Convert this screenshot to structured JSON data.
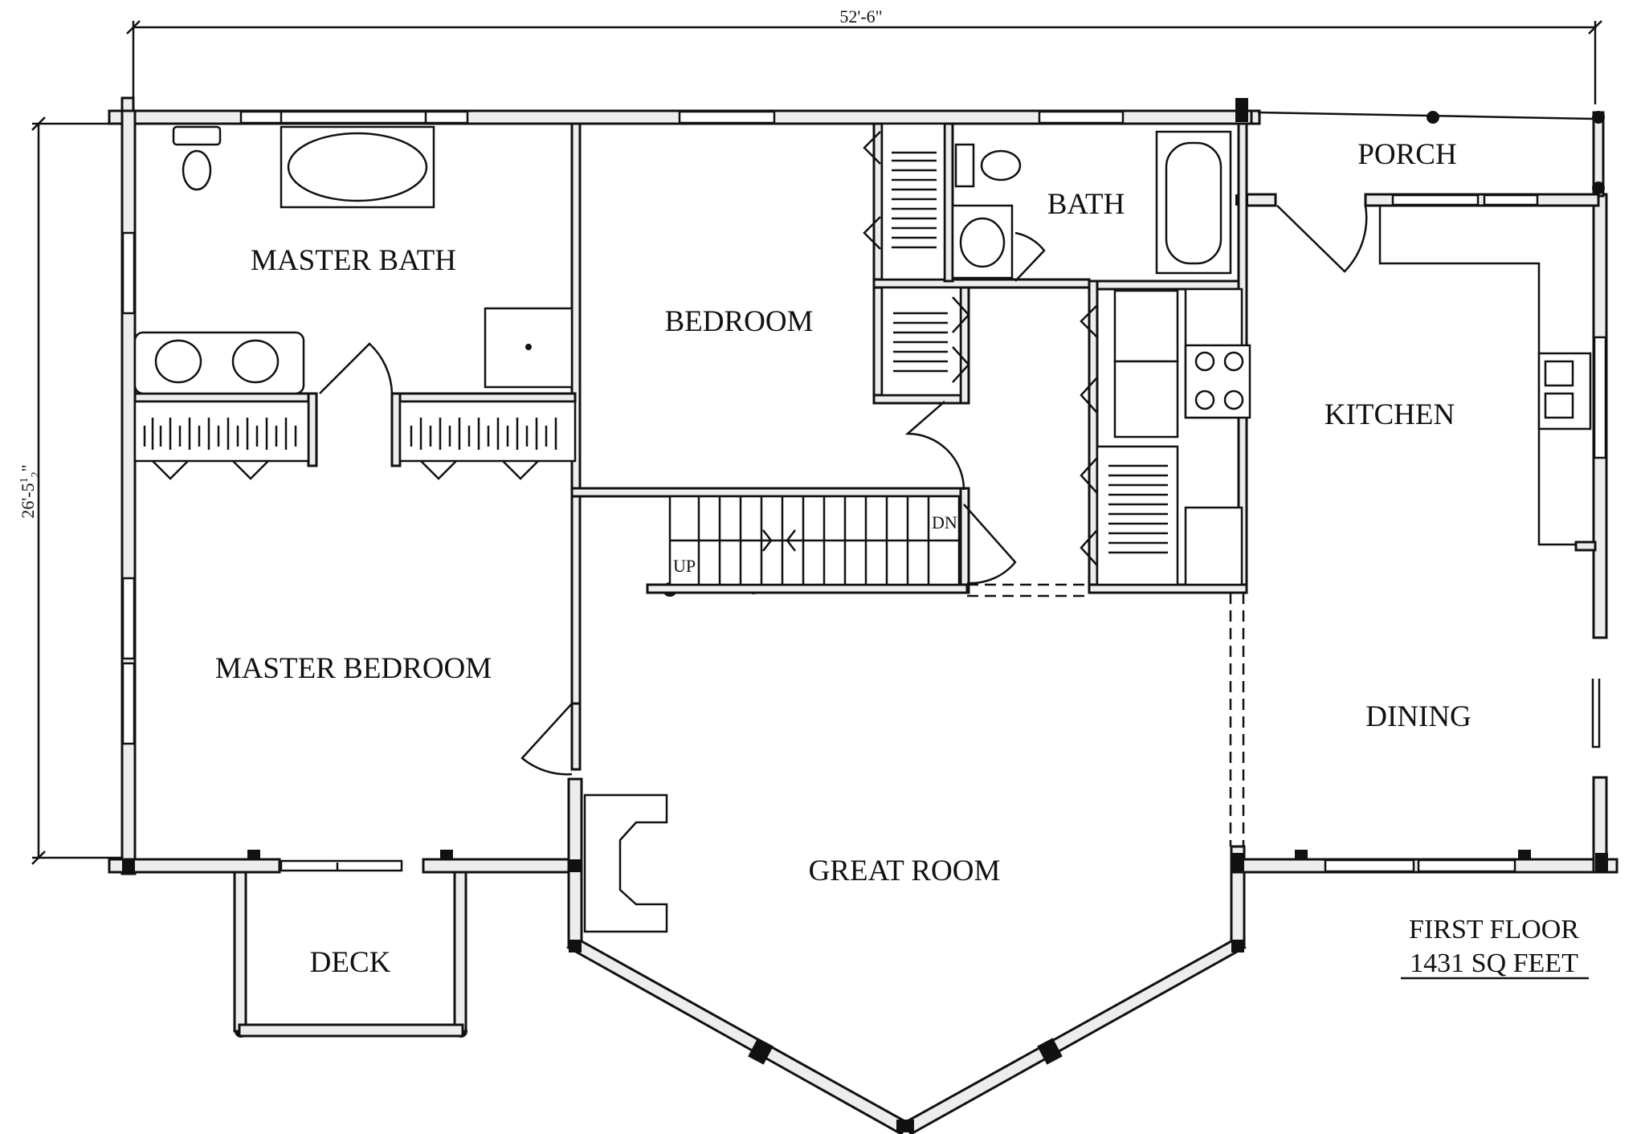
{
  "plan": {
    "dims": {
      "width": "52'-6\"",
      "height_main": "26'-5",
      "height_frac": "1",
      "height_frac_den": "2",
      "height_quote": "\""
    },
    "rooms": {
      "master_bath": "MASTER BATH",
      "bedroom": "BEDROOM",
      "bath": "BATH",
      "porch": "PORCH",
      "kitchen": "KITCHEN",
      "master_bedroom": "MASTER BEDROOM",
      "dining": "DINING",
      "great_room": "GREAT ROOM",
      "deck": "DECK"
    },
    "stairs": {
      "up": "UP",
      "down": "DN"
    },
    "title": {
      "line1": "FIRST FLOOR",
      "line2": "1431 SQ FEET"
    }
  }
}
